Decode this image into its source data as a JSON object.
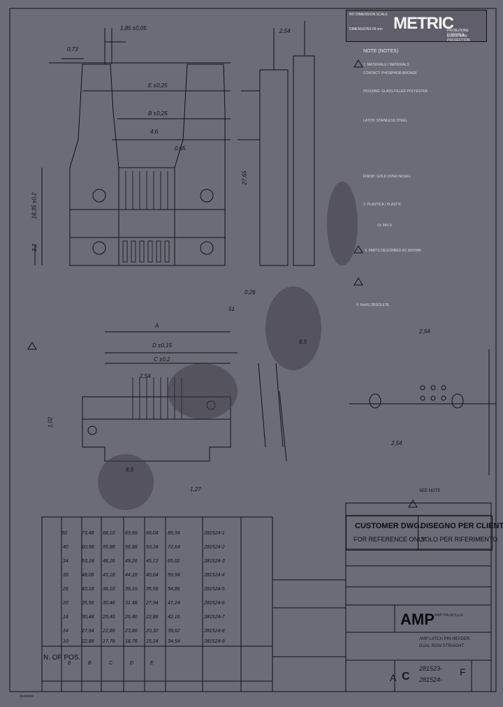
{
  "title_block": {
    "metric": "METRIC",
    "dims_note": "DIMENSIONS IN mm",
    "tolerance_note": "NO DIMENSION SCALE",
    "projection": "PROIEZIONE EUROPEA",
    "projection_en": "EUROPEAN PROJECTION",
    "customer_dwg": "CUSTOMER DWG.",
    "for_reference": "FOR REFERENCE ONLY",
    "disegno": "DISEGNO PER CLIENTE",
    "solo": "SOLO PER RIFERIMENTO",
    "company": "AMP",
    "company_line": "AMP ITALIA S.p.A.",
    "description": "AMP LATCH PIN HEADER,",
    "description2": "DUAL ROW STRAIGHT",
    "part1": "281523-",
    "part2": "281524-",
    "rev": "F",
    "size": "A",
    "sheet": "C"
  },
  "notes": {
    "header": "NOTE (NOTES)",
    "items": [
      "1. MATERIALE / MATERIALS",
      "CONTACT: PHOSPHOR BRONZE",
      "HOUSING: GLASS FILLED POLYESTER",
      "LATCH: STAINLESS STEEL",
      "FINISH: GOLD OVER NICKEL",
      "2. PLASTICA / PLASTIC",
      "UL 94V-0",
      "3. PARTS DESCRIBED AS SHOWN",
      "4. RoHS OBSOLETE"
    ]
  },
  "dimensions": {
    "d1": "1,85 ±0,05",
    "d2": "0,73",
    "d3": "E ±0,25",
    "d4": "B ±0,25",
    "d5": "4,6",
    "d6": "0,65",
    "d7": "18,35 ±0,2",
    "d8": "3,2",
    "d9": "2,54",
    "d10": "27,65",
    "d11": "0,26",
    "d12": "51",
    "d13": "A",
    "d14": "D ±0,15",
    "d15": "C ±0,2",
    "d16": "2,54",
    "d17": "6,5",
    "d18": "2,54",
    "d19": "1,27",
    "d20": "8,5",
    "d21": "1,02",
    "d22": "2,54"
  },
  "table": {
    "headers": [
      "N. OF POS.",
      "E",
      "B",
      "C",
      "D",
      "E"
    ],
    "rows": [
      [
        "50",
        "73,48",
        "68,10",
        "69,60",
        "66,04",
        "85,34"
      ],
      [
        "40",
        "60,58",
        "55,88",
        "56,88",
        "53,34",
        "72,64"
      ],
      [
        "34",
        "53,18",
        "48,26",
        "49,26",
        "45,72",
        "65,02"
      ],
      [
        "30",
        "48,06",
        "43,18",
        "44,18",
        "40,64",
        "59,94"
      ],
      [
        "26",
        "43,18",
        "38,10",
        "39,10",
        "35,56",
        "54,86"
      ],
      [
        "20",
        "35,56",
        "30,48",
        "31,48",
        "27,94",
        "47,24"
      ],
      [
        "16",
        "30,48",
        "25,40",
        "26,40",
        "22,86",
        "42,16"
      ],
      [
        "14",
        "27,94",
        "22,86",
        "23,86",
        "20,32",
        "39,62"
      ],
      [
        "10",
        "22,86",
        "17,78",
        "18,78",
        "15,24",
        "34,54"
      ]
    ],
    "part_numbers": [
      "281524-1",
      "281524-2",
      "281524-3",
      "281524-4",
      "281524-5",
      "281524-6",
      "281524-7",
      "281524-8",
      "281524-9"
    ]
  },
  "misc": {
    "bottom_left": "revisione",
    "view_label": "SEE NOTE"
  }
}
